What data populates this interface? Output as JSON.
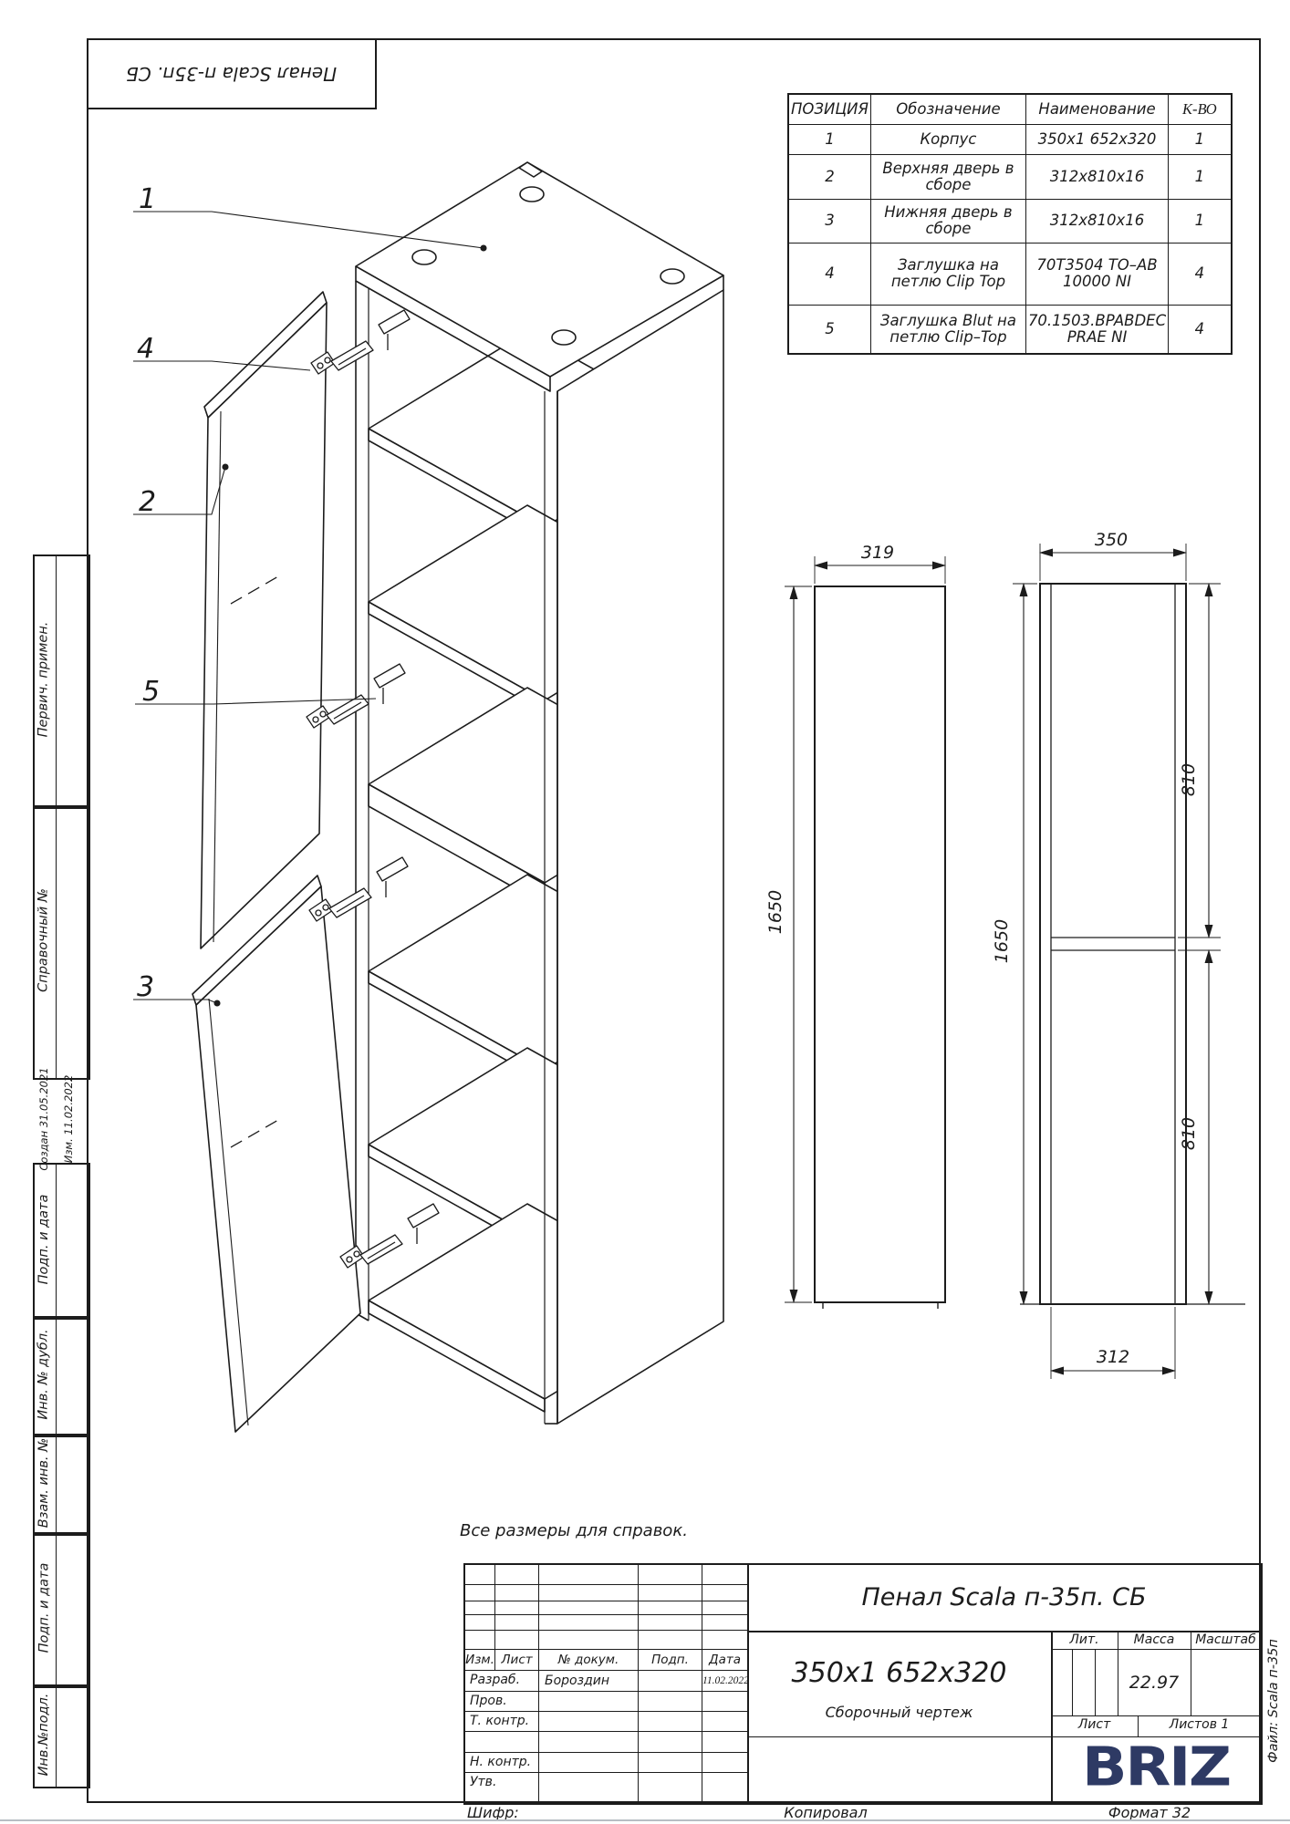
{
  "page": {
    "reversed_title": "Пенал Scala п-35п. СБ",
    "note": "Все размеры для справок.",
    "code_label": "Шифр:",
    "copied_label": "Копировал",
    "format_label": "Формат 32",
    "file_label": "Файл: Scala п-35п"
  },
  "sidebar": {
    "boxes": [
      "Первич. примен.",
      "Справочный №",
      "Подп. и дата",
      "Инв. № дубл.",
      "Взам. инв. №",
      "Подп. и дата",
      "Инв.№подл."
    ],
    "meta": [
      "Создан  31.05.2021",
      "Изм.  11.02.2022"
    ]
  },
  "parts_table": {
    "headers": [
      "ПОЗИЦИЯ",
      "Обозначение",
      "Наименование",
      "К-ВО"
    ],
    "rows": [
      {
        "pos": "1",
        "name": "Корпус",
        "size": "350х1 652х320",
        "qty": "1"
      },
      {
        "pos": "2",
        "name": "Верхняя дверь в сборе",
        "size": "312х810х16",
        "qty": "1"
      },
      {
        "pos": "3",
        "name": "Нижняя дверь в сборе",
        "size": "312х810х16",
        "qty": "1"
      },
      {
        "pos": "4",
        "name": "Заглушка на петлю Clip Top",
        "size": "70Т3504  ТО–АВ 10000 NI",
        "qty": "4"
      },
      {
        "pos": "5",
        "name": "Заглушка Blut на петлю Clip–Top",
        "size": "70.1503.BPABDEC PRAE NI",
        "qty": "4"
      }
    ]
  },
  "drawing": {
    "callouts": [
      "1",
      "2",
      "3",
      "4",
      "5"
    ],
    "dim_front_width": "319",
    "dim_overall_width": "350",
    "dim_height_a": "1650",
    "dim_height_b": "1650",
    "dim_door_a": "810",
    "dim_door_b": "810",
    "dim_door_width": "312"
  },
  "title_block": {
    "rev_cols": [
      "Изм.",
      "Лист",
      "№ докум.",
      "Подп.",
      "Дата"
    ],
    "sign_rows": [
      {
        "label": "Разраб.",
        "name": "Бороздин",
        "date": "11.02.2022"
      },
      {
        "label": "Пров.",
        "name": "",
        "date": ""
      },
      {
        "label": "Т. контр.",
        "name": "",
        "date": ""
      },
      {
        "label": "",
        "name": "",
        "date": ""
      },
      {
        "label": "Н. контр.",
        "name": "",
        "date": ""
      },
      {
        "label": "Утв.",
        "name": "",
        "date": ""
      }
    ],
    "title": "Пенал Scala п-35п. СБ",
    "size_text": "350х1 652х320",
    "doc_type": "Сборочный чертеж",
    "lit_label": "Лит.",
    "mass_label": "Масса",
    "scale_label": "Масштаб",
    "mass_value": "22.97",
    "sheet_label": "Лист",
    "sheets_label": "Листов 1",
    "logo_text": "BRIZ",
    "logo_color": "#2e3a64"
  }
}
